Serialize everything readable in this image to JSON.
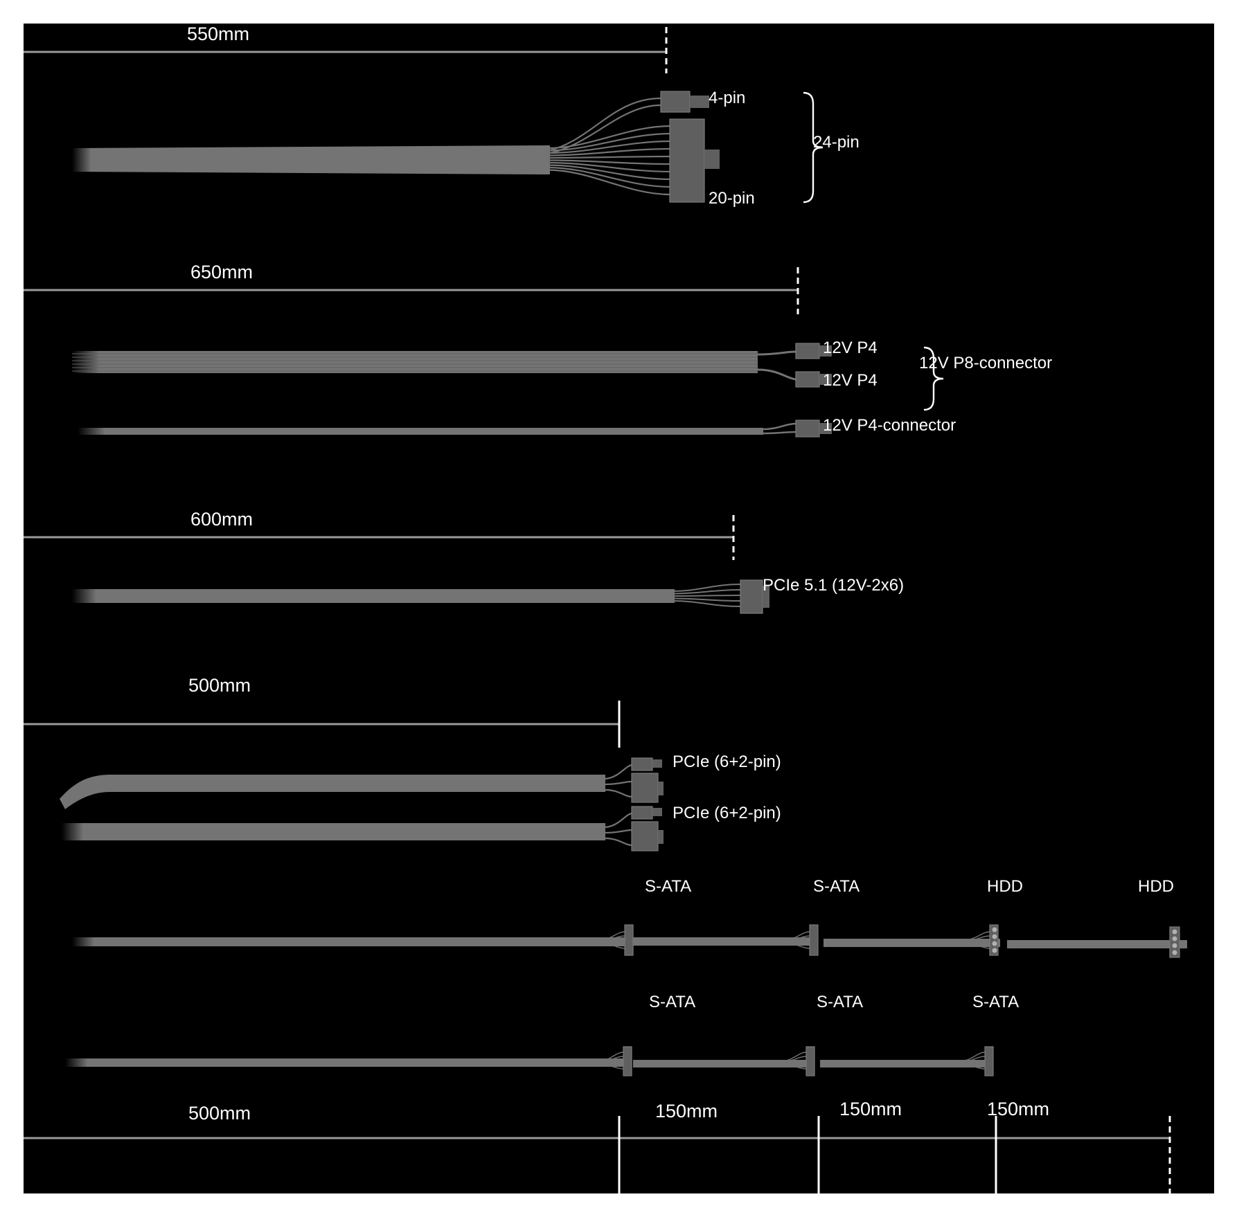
{
  "colors": {
    "background": "#000000",
    "cable": "#747474",
    "connector": "#5f5f5f",
    "rule": "#9a9a9a",
    "marker": "#ffffff",
    "text": "#ffffff"
  },
  "sections": {
    "atx": {
      "length": "550mm",
      "connectors": {
        "four_pin": "4-pin",
        "twenty_pin": "20-pin",
        "group": "24-pin"
      }
    },
    "cpu": {
      "length": "650mm",
      "connectors": {
        "p4_a": "12V P4",
        "p4_b": "12V P4",
        "group": "12V P8-connector",
        "single": "12V P4-connector"
      }
    },
    "pcie5": {
      "length": "600mm",
      "connector": "PCIe 5.1 (12V-2x6)"
    },
    "pcie": {
      "length": "500mm",
      "connectors": [
        "PCIe (6+2-pin)",
        "PCIe (6+2-pin)"
      ]
    },
    "peripheral": {
      "cable_1": [
        "S-ATA",
        "S-ATA",
        "HDD",
        "HDD"
      ],
      "cable_2": [
        "S-ATA",
        "S-ATA",
        "S-ATA"
      ],
      "lengths": [
        "500mm",
        "150mm",
        "150mm",
        "150mm"
      ]
    }
  }
}
